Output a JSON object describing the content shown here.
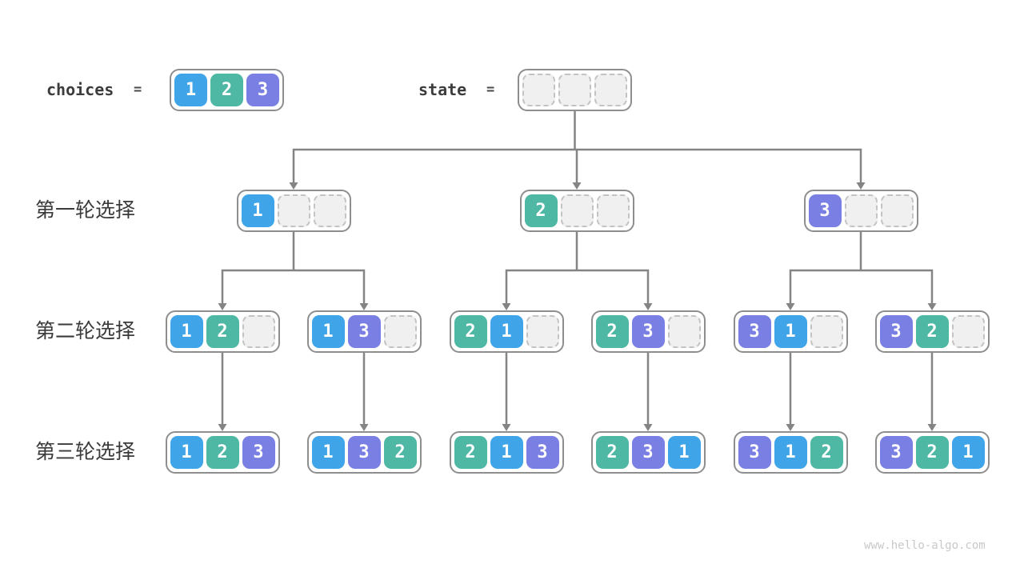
{
  "header": {
    "choices_label": "choices",
    "state_label": "state",
    "equals": "=",
    "choices_cells": [
      "1",
      "2",
      "3"
    ],
    "state_cells": [
      "",
      "",
      ""
    ]
  },
  "rows": [
    {
      "label": "第一轮选择",
      "nodes": [
        [
          "1",
          "",
          ""
        ],
        [
          "2",
          "",
          ""
        ],
        [
          "3",
          "",
          ""
        ]
      ]
    },
    {
      "label": "第二轮选择",
      "nodes": [
        [
          "1",
          "2",
          ""
        ],
        [
          "1",
          "3",
          ""
        ],
        [
          "2",
          "1",
          ""
        ],
        [
          "2",
          "3",
          ""
        ],
        [
          "3",
          "1",
          ""
        ],
        [
          "3",
          "2",
          ""
        ]
      ]
    },
    {
      "label": "第三轮选择",
      "nodes": [
        [
          "1",
          "2",
          "3"
        ],
        [
          "1",
          "3",
          "2"
        ],
        [
          "2",
          "1",
          "3"
        ],
        [
          "2",
          "3",
          "1"
        ],
        [
          "3",
          "1",
          "2"
        ],
        [
          "3",
          "2",
          "1"
        ]
      ]
    }
  ],
  "colors": {
    "1": "#3fa4e8",
    "2": "#4eb8a5",
    "3": "#7a80e3",
    "empty_fill": "#f0f0f0",
    "line": "#848484",
    "node_border": "#8e8e8e"
  },
  "watermark": "www.hello-algo.com"
}
